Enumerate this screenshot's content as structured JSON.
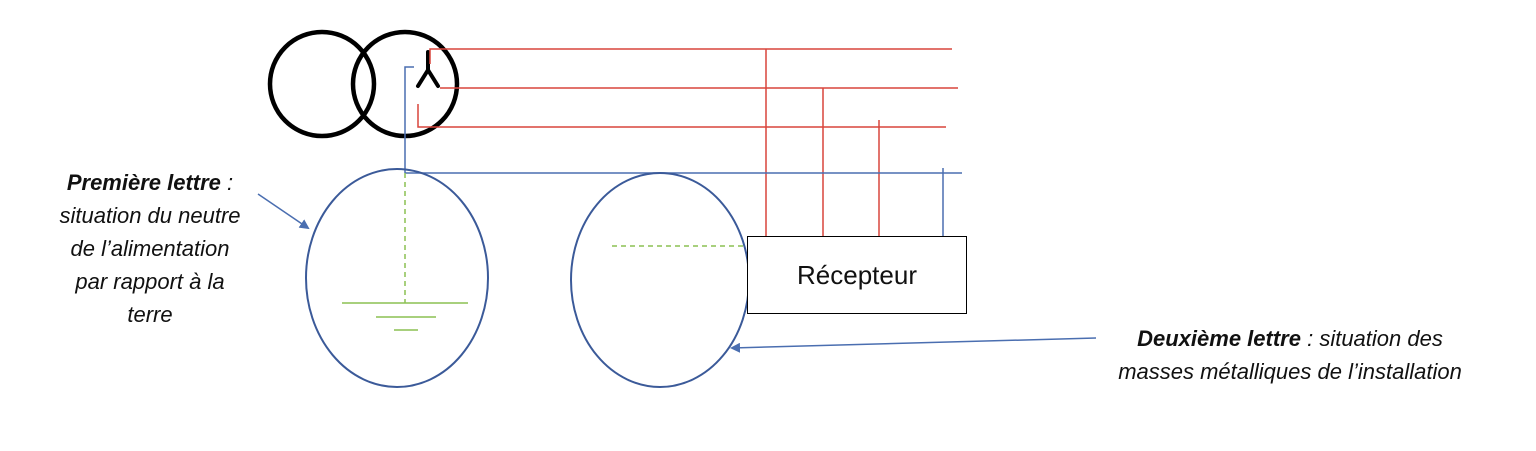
{
  "annotations": {
    "first_letter": {
      "bold": "Première lettre",
      "rest_line1": " :",
      "lines": [
        "situation du neutre",
        "de l’alimentation",
        "par rapport à la",
        "terre"
      ]
    },
    "second_letter": {
      "bold": "Deuxième lettre",
      "rest_line1": " : situation des",
      "line2": "masses métalliques de l’installation"
    }
  },
  "receiver": {
    "label": "Récepteur"
  },
  "colors": {
    "phase": "#d9453c",
    "neutral": "#4a6eb0",
    "earth": "#8cc152",
    "outline": "#000000",
    "circle": "#3b5a99"
  },
  "icons": {
    "wye_symbol": "wye-connection-icon",
    "earth_symbol": "earth-ground-icon"
  }
}
